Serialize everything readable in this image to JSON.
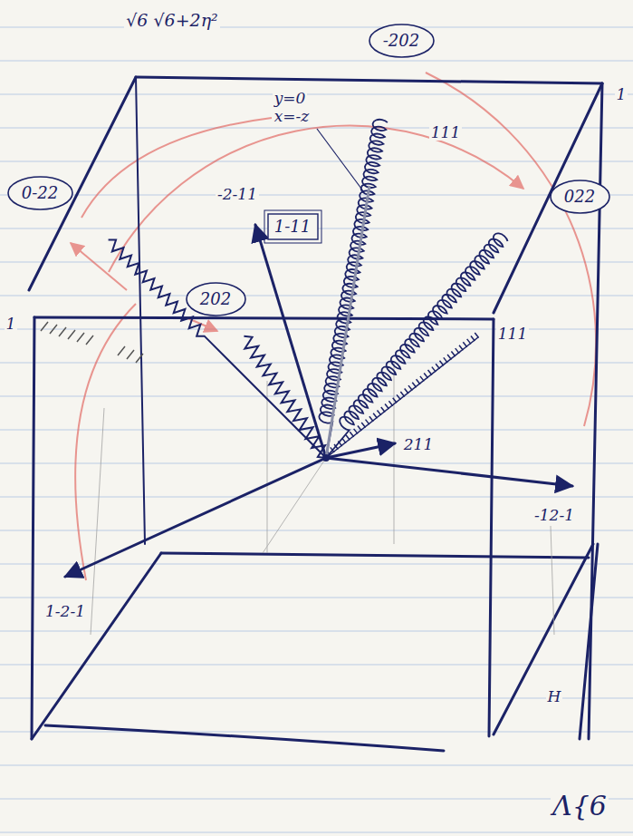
{
  "diagram": {
    "nodes": [
      {
        "text": [
          "-202"
        ]
      },
      {
        "text": [
          "0-22"
        ]
      },
      {
        "text": [
          "022"
        ]
      },
      {
        "text": [
          "1-11"
        ]
      },
      {
        "text": [
          "202"
        ]
      }
    ],
    "labels": [
      "√6 √6+2η²",
      "y=0",
      "x=-z",
      "111",
      "-2-11",
      "111",
      "211",
      "-12-1",
      "1-2-1",
      "1",
      "1",
      "H",
      "Λ{6"
    ]
  }
}
